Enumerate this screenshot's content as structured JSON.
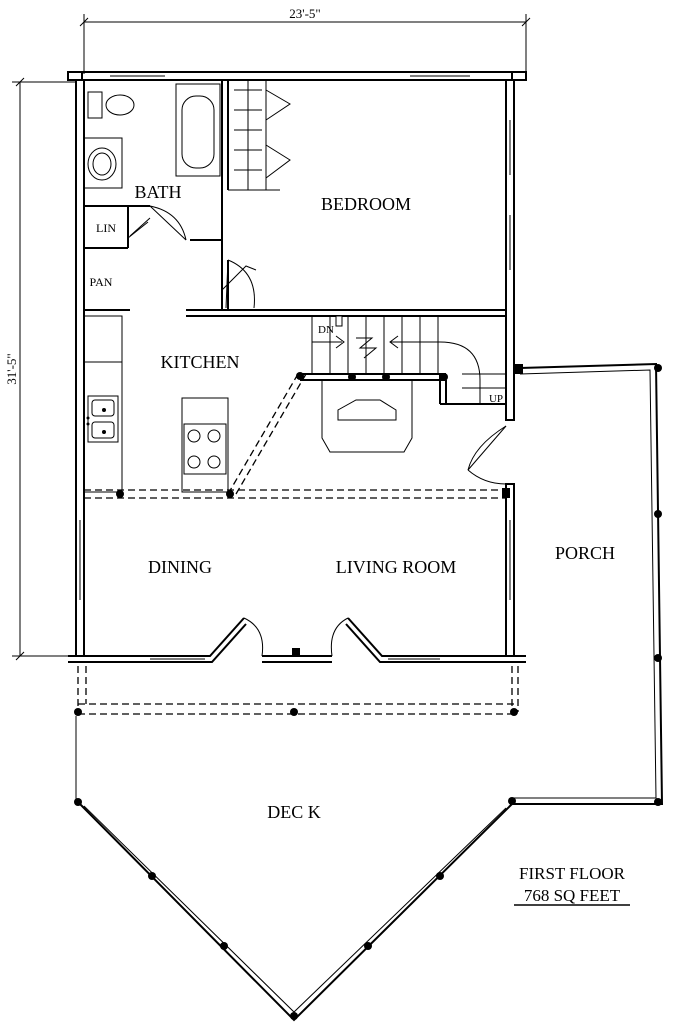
{
  "dimensions": {
    "width_label": "23'-5\"",
    "height_label": "31'-5\""
  },
  "rooms": {
    "bath": "BATH",
    "linen": "LIN",
    "pantry": "PAN",
    "bedroom": "BEDROOM",
    "kitchen": "KITCHEN",
    "dining": "DINING",
    "living_room": "LIVING ROOM",
    "porch": "PORCH",
    "deck": "DEC K"
  },
  "stairs": {
    "down": "DN",
    "up": "UP"
  },
  "title": {
    "line1": "FIRST FLOOR",
    "line2": "768 SQ FEET"
  }
}
